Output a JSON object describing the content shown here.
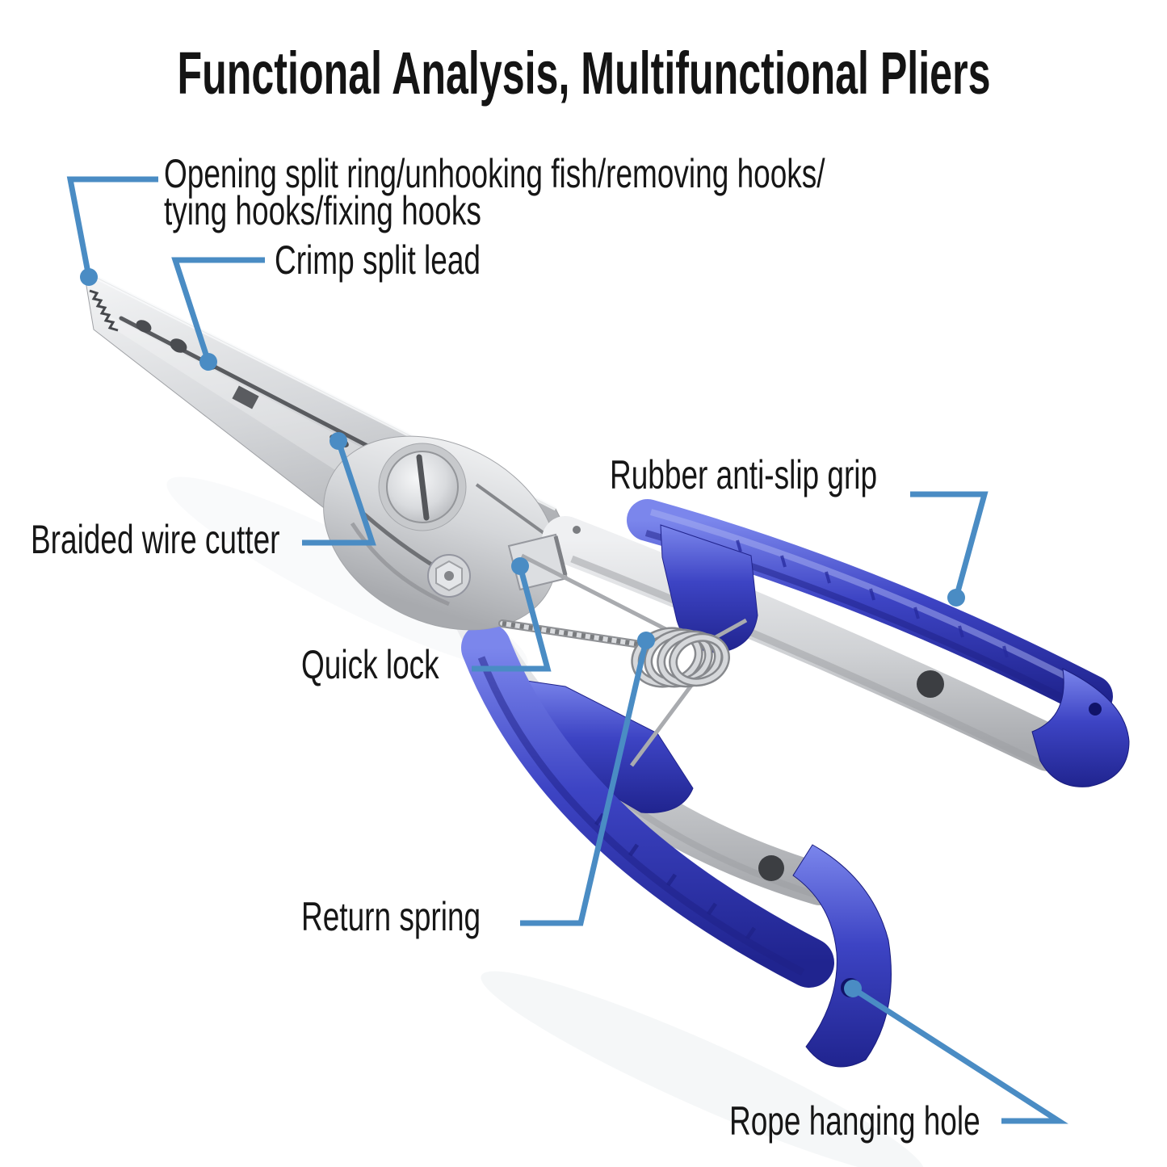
{
  "title": "Functional Analysis, Multifunctional Pliers",
  "callouts": {
    "opening_split_ring": {
      "line1": "Opening split ring/unhooking fish/removing hooks/",
      "line2": "tying hooks/fixing hooks"
    },
    "crimp_split_lead": {
      "label": "Crimp split lead"
    },
    "braided_wire_cutter": {
      "label": "Braided wire cutter"
    },
    "rubber_grip": {
      "label": "Rubber anti-slip grip"
    },
    "quick_lock": {
      "label": "Quick lock"
    },
    "return_spring": {
      "label": "Return spring"
    },
    "rope_hanging_hole": {
      "label": "Rope hanging hole"
    }
  },
  "colors": {
    "background": "#ffffff",
    "text": "#141414",
    "leader_line": "#4a8cc4",
    "grip_blue": "#3a41bf",
    "steel_gray": "#c9cbce"
  }
}
